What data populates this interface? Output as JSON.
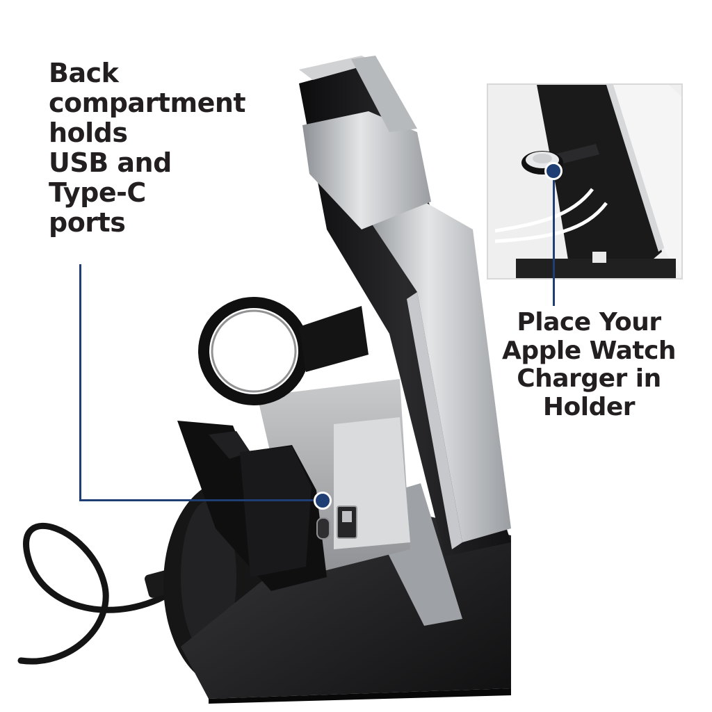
{
  "callouts": {
    "left": {
      "lines": [
        "Back",
        "compartment",
        "holds",
        "USB and",
        "Type-C",
        "ports"
      ]
    },
    "right": {
      "lines": [
        "Place Your",
        "Apple Watch",
        "Charger in",
        "Holder"
      ]
    }
  },
  "colors": {
    "callout_line": "#1f3f74",
    "callout_text": "#231f20",
    "dock_body": "#1b1b1d",
    "silver_trim": "#b9bcc0",
    "background": "#ffffff"
  },
  "icons": {
    "usb_port": "usb-a-port",
    "type_c_port": "usb-c-port"
  }
}
